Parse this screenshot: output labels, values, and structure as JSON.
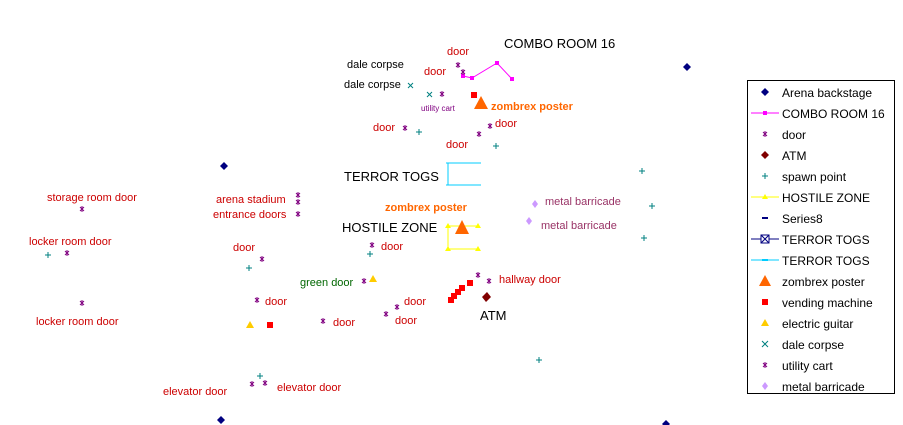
{
  "colors": {
    "arena_backstage": "#000080",
    "combo_room": "#ff00ff",
    "door": "#800080",
    "atm": "#800000",
    "spawn_point": "#008080",
    "hostile_zone": "#ffff00",
    "series8": "#000080",
    "terror_togs": "#00ccff",
    "zombrex_poster": "#ff6600",
    "vending_machine": "#ff0000",
    "electric_guitar": "#ffcc00",
    "dale_corpse": "#008080",
    "utility_cart": "#800080",
    "metal_barricade": "#cc99ff"
  },
  "legend": [
    {
      "label": "Arena backstage",
      "icon": "diamond-marker"
    },
    {
      "label": "COMBO ROOM 16",
      "icon": "magenta-line-square"
    },
    {
      "label": "door",
      "icon": "star-marker"
    },
    {
      "label": "ATM",
      "icon": "diamond-marker"
    },
    {
      "label": "spawn point",
      "icon": "plus-marker"
    },
    {
      "label": "HOSTILE ZONE",
      "icon": "yellow-line-triangle"
    },
    {
      "label": "Series8",
      "icon": "dash-marker"
    },
    {
      "label": "TERROR TOGS",
      "icon": "navy-line-x-square"
    },
    {
      "label": "TERROR TOGS",
      "icon": "cyan-line-dash"
    },
    {
      "label": "zombrex poster",
      "icon": "triangle-marker"
    },
    {
      "label": "vending machine",
      "icon": "square-marker"
    },
    {
      "label": "electric guitar",
      "icon": "triangle-marker"
    },
    {
      "label": "dale corpse",
      "icon": "x-marker"
    },
    {
      "label": "utility cart",
      "icon": "star-marker"
    },
    {
      "label": "metal barricade",
      "icon": "diamond-marker"
    }
  ],
  "map_labels": [
    {
      "text": "COMBO ROOM 16",
      "style": "big-black"
    },
    {
      "text": "door",
      "style": "red"
    },
    {
      "text": "dale corpse",
      "style": "black"
    },
    {
      "text": "door",
      "style": "red"
    },
    {
      "text": "dale corpse",
      "style": "black"
    },
    {
      "text": "utility cart",
      "style": "small-purple"
    },
    {
      "text": "zombrex poster",
      "style": "orange-bold"
    },
    {
      "text": "door",
      "style": "red"
    },
    {
      "text": "door",
      "style": "red"
    },
    {
      "text": "door",
      "style": "red"
    },
    {
      "text": "TERROR TOGS",
      "style": "big-black"
    },
    {
      "text": "storage room door",
      "style": "red"
    },
    {
      "text": "arena stadium",
      "style": "red"
    },
    {
      "text": "entrance doors",
      "style": "red"
    },
    {
      "text": "zombrex poster",
      "style": "orange-bold"
    },
    {
      "text": "metal barricade",
      "style": "purple"
    },
    {
      "text": "metal barricade",
      "style": "purple"
    },
    {
      "text": "HOSTILE ZONE",
      "style": "big-black"
    },
    {
      "text": "locker room door",
      "style": "red"
    },
    {
      "text": "door",
      "style": "red"
    },
    {
      "text": "door",
      "style": "red"
    },
    {
      "text": "green door",
      "style": "green"
    },
    {
      "text": "hallway door",
      "style": "red"
    },
    {
      "text": "door",
      "style": "red"
    },
    {
      "text": "door",
      "style": "red"
    },
    {
      "text": "ATM",
      "style": "big-black"
    },
    {
      "text": "door",
      "style": "red"
    },
    {
      "text": "door",
      "style": "red"
    },
    {
      "text": "locker room door",
      "style": "red"
    },
    {
      "text": "elevator door",
      "style": "red"
    },
    {
      "text": "elevator door",
      "style": "red"
    }
  ]
}
